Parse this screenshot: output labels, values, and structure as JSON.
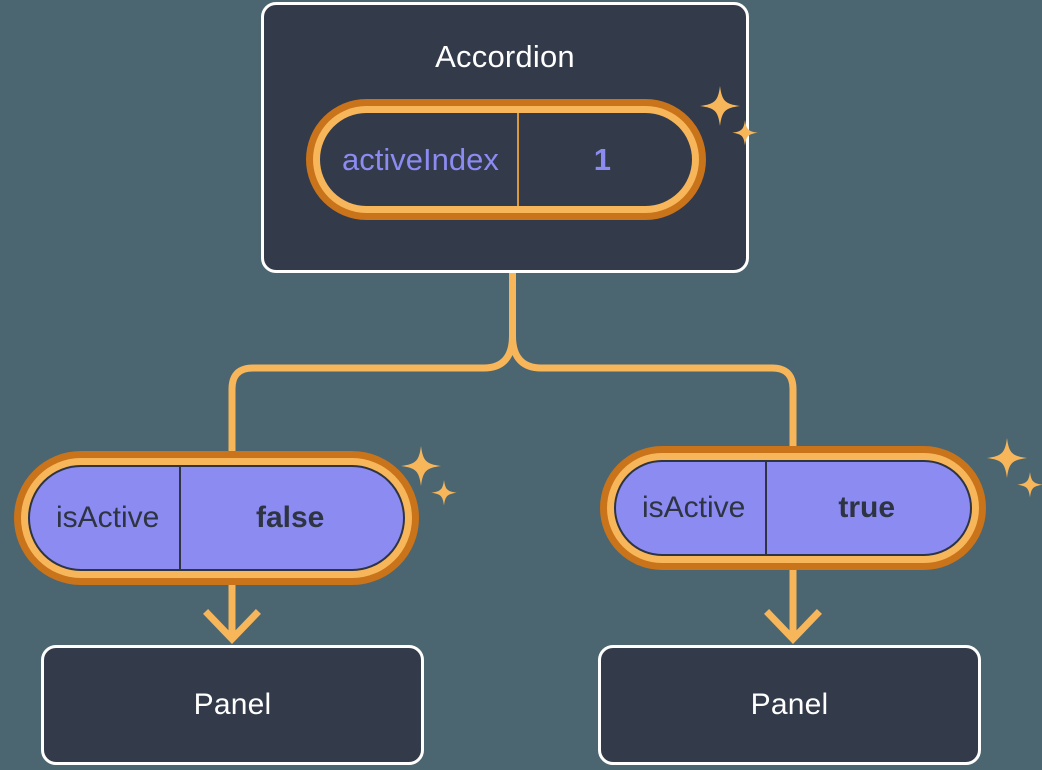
{
  "diagram": {
    "type": "component-state-tree",
    "background_color": "#4b6670",
    "accent_color": "#f7b65a",
    "ring_outer_color": "#c9731a",
    "node_fill_color": "#333a4a",
    "node_border_color": "#ffffff",
    "pill_purple_fill": "#8b8bf2",
    "pill_text_dark": "#2e3442",
    "pill_text_purple": "#8b8bf2"
  },
  "root": {
    "title": "Accordion",
    "state": {
      "key": "activeIndex",
      "value": "1"
    }
  },
  "branches": [
    {
      "prop": {
        "key": "isActive",
        "value": "false"
      },
      "child": {
        "title": "Panel"
      }
    },
    {
      "prop": {
        "key": "isActive",
        "value": "true"
      },
      "child": {
        "title": "Panel"
      }
    }
  ],
  "decorations": {
    "sparkle_name": "sparkle-icon",
    "arrow_name": "arrow-down-icon",
    "sparkle_count": 3
  }
}
